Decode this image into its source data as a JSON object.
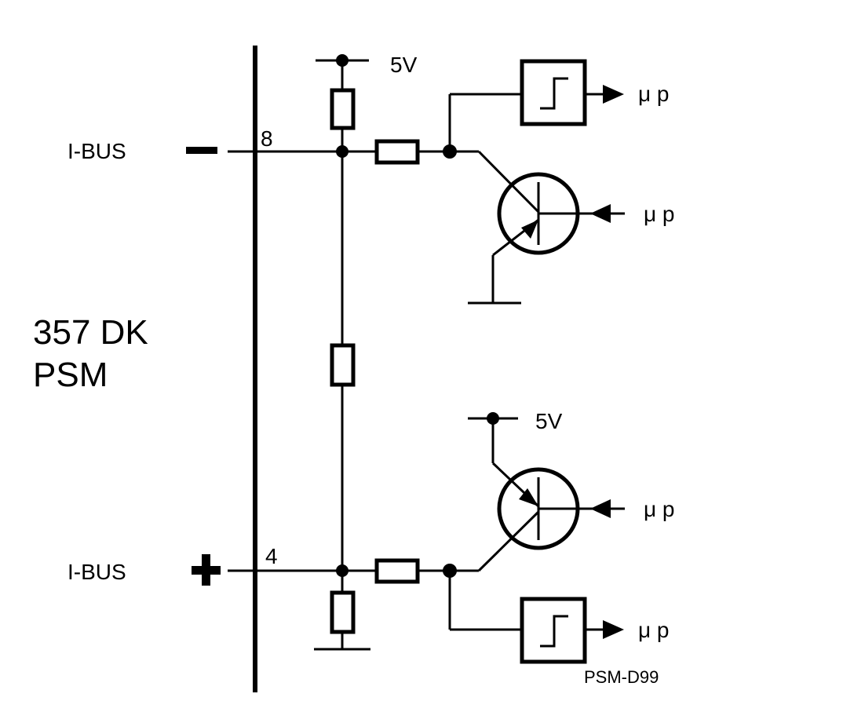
{
  "diagram": {
    "device_label_line1": "357 DK",
    "device_label_line2": "PSM",
    "bus_minus_label": "I-BUS",
    "bus_plus_label": "I-BUS",
    "pin_minus": "8",
    "pin_plus": "4",
    "supply_top": "5V",
    "supply_bottom": "5V",
    "out_top_trigger": "μ p",
    "in_top_transistor": "μ p",
    "in_bottom_transistor": "μ p",
    "out_bottom_trigger": "μ p",
    "figure_code": "PSM-D99"
  }
}
